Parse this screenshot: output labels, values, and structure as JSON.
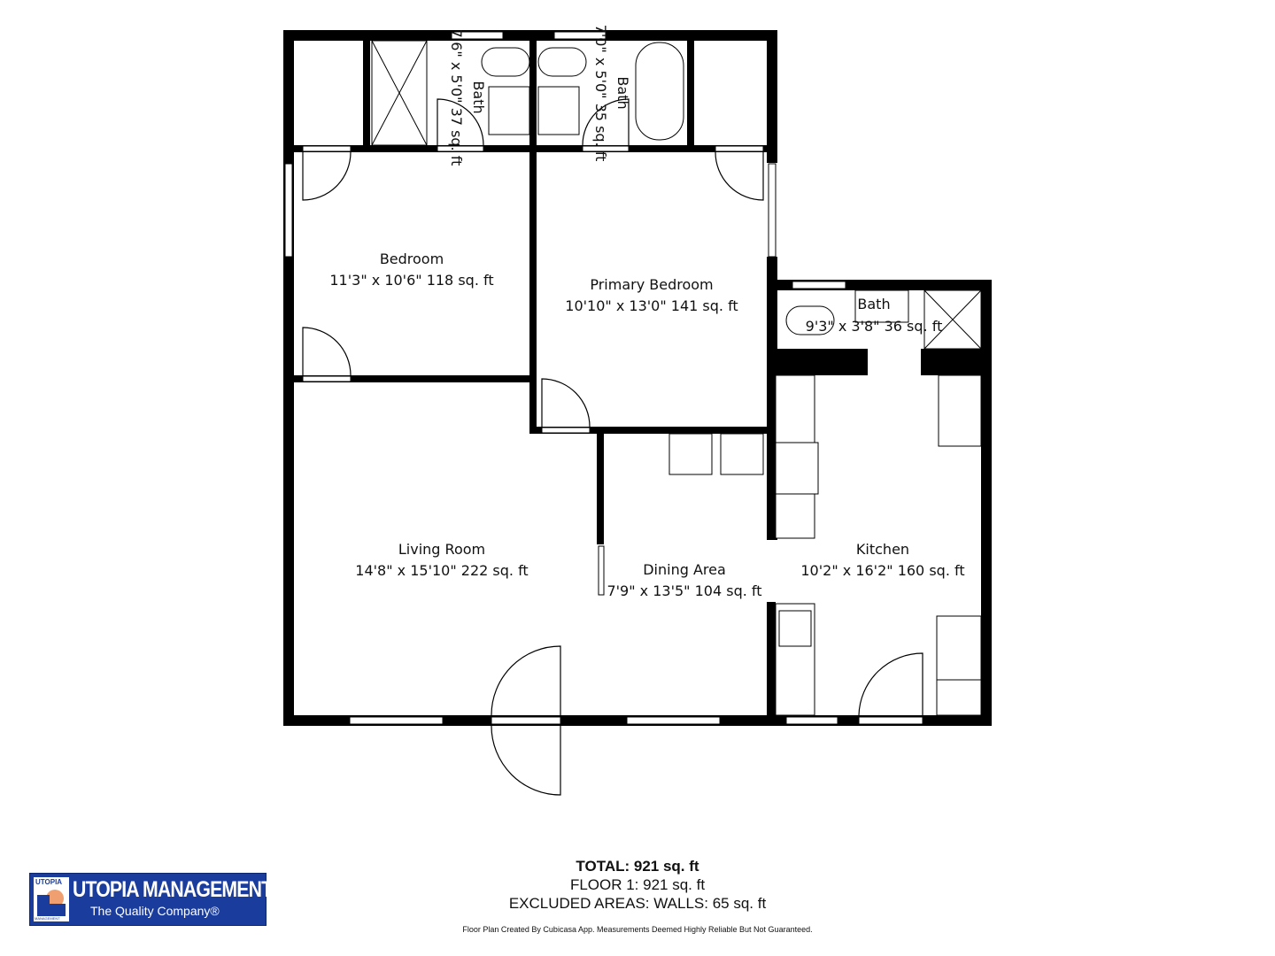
{
  "rooms": [
    {
      "name": "Bedroom",
      "dims": "11'3\" x 10'6\" 118 sq. ft"
    },
    {
      "name": "Primary Bedroom",
      "dims": "10'10\" x 13'0\" 141 sq. ft"
    },
    {
      "name": "Bath",
      "dims": "9'3\" x 3'8\" 36 sq. ft"
    },
    {
      "name": "Living Room",
      "dims": "14'8\" x 15'10\" 222 sq. ft"
    },
    {
      "name": "Dining Area",
      "dims": "7'9\" x 13'5\" 104 sq. ft"
    },
    {
      "name": "Kitchen",
      "dims": "10'2\" x 16'2\" 160 sq. ft"
    },
    {
      "name": "Bath",
      "dims": "7'6\" x 5'0\" 37 sq. ft"
    },
    {
      "name": "Bath",
      "dims": "7'0\" x 5'0\" 35 sq. ft"
    }
  ],
  "totals": {
    "total": "TOTAL: 921 sq. ft",
    "floor1": "FLOOR 1: 921 sq. ft",
    "excluded": "EXCLUDED AREAS: WALLS: 65 sq. ft"
  },
  "disclaimer": "Floor Plan Created By Cubicasa App. Measurements Deemed Highly Reliable But Not Guaranteed.",
  "logo": {
    "name": "UTOPIA MANAGEMENT",
    "tagline": "The Quality Company®",
    "mark_top": "UTOPIA",
    "mark_bottom": "MANAGEMENT",
    "color": "#1a3c9c"
  }
}
